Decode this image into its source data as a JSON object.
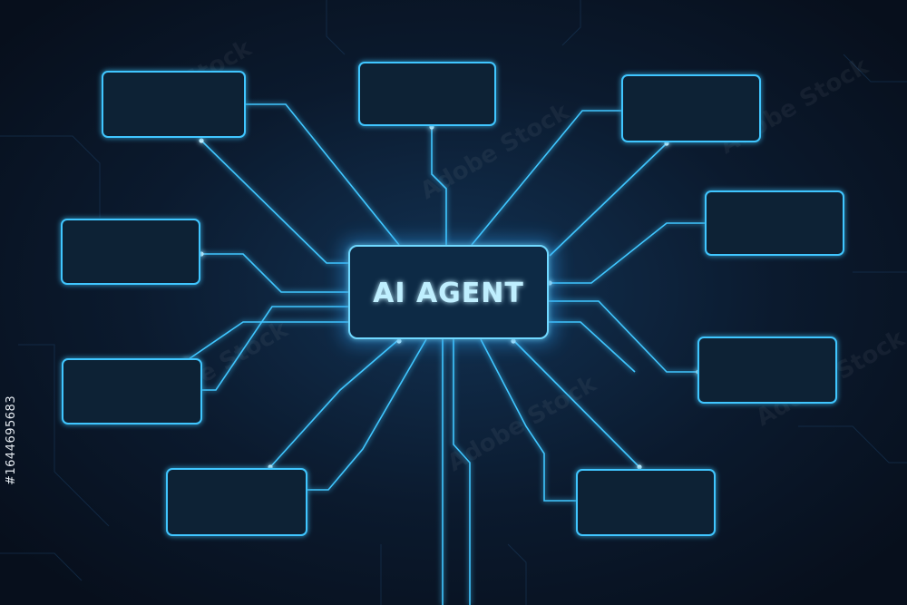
{
  "hub": {
    "label": "AI AGENT"
  },
  "nodes": [
    {
      "id": "node-1",
      "label": ""
    },
    {
      "id": "node-2",
      "label": ""
    },
    {
      "id": "node-3",
      "label": ""
    },
    {
      "id": "node-4",
      "label": ""
    },
    {
      "id": "node-5",
      "label": ""
    },
    {
      "id": "node-6",
      "label": ""
    },
    {
      "id": "node-7",
      "label": ""
    },
    {
      "id": "node-8",
      "label": ""
    },
    {
      "id": "node-9",
      "label": ""
    }
  ],
  "watermark": {
    "text": "Adobe Stock",
    "side_id": "#1644695683"
  },
  "colors": {
    "background": "#0a1424",
    "glow": "#3fc6ff",
    "box_fill": "#0d2236",
    "text": "#bfefff"
  }
}
